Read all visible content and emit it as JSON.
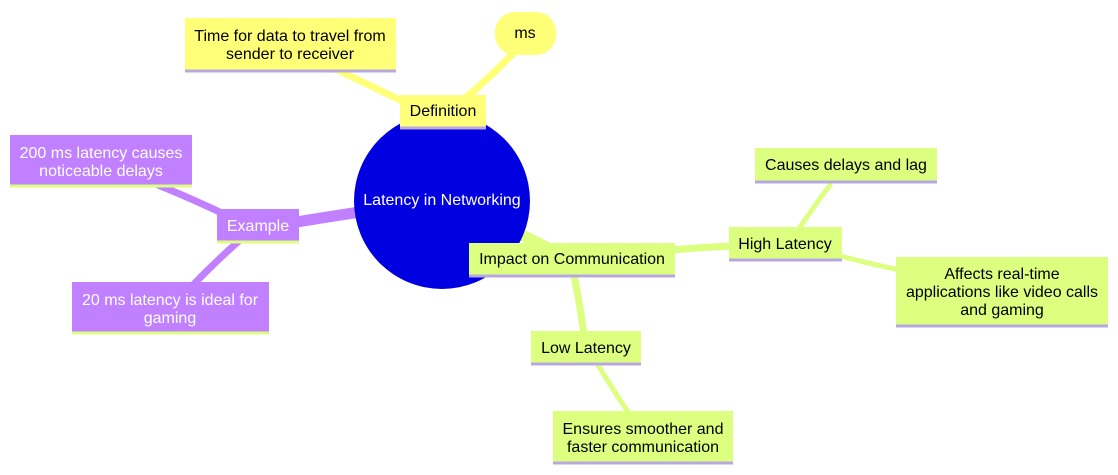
{
  "diagram": {
    "type": "mindmap",
    "root": {
      "label": "Latency in Networking"
    },
    "branches": [
      {
        "key": "definition",
        "label": "Definition",
        "color": "#ffff78",
        "children": [
          {
            "key": "definition-detail",
            "lines": [
              "Time for data to travel from",
              "sender to receiver"
            ]
          },
          {
            "key": "ms",
            "lines": [
              "ms"
            ]
          }
        ]
      },
      {
        "key": "example",
        "label": "Example",
        "color": "#c080ff",
        "children": [
          {
            "key": "example-200",
            "lines": [
              "200 ms latency causes",
              "noticeable delays"
            ]
          },
          {
            "key": "example-20",
            "lines": [
              "20 ms latency is ideal for",
              "gaming"
            ]
          }
        ]
      },
      {
        "key": "impact",
        "label": "Impact on Communication",
        "color": "#dcff80",
        "children": [
          {
            "key": "high-latency",
            "label": "High Latency",
            "children": [
              {
                "key": "high-delays",
                "lines": [
                  "Causes delays and lag"
                ]
              },
              {
                "key": "high-realtime",
                "lines": [
                  "Affects real-time",
                  "applications like video calls",
                  "and gaming"
                ]
              }
            ]
          },
          {
            "key": "low-latency",
            "label": "Low Latency",
            "children": [
              {
                "key": "low-smoother",
                "lines": [
                  "Ensures smoother and",
                  "faster communication"
                ]
              }
            ]
          }
        ]
      }
    ]
  },
  "colors": {
    "root_fill": "#0000e0",
    "root_text": "#ffffff",
    "definition": "#ffff78",
    "example": "#c080ff",
    "impact": "#dcff80",
    "underline": "#b8a8e0",
    "dark_text": "#000000",
    "light_text": "#ffffff"
  }
}
